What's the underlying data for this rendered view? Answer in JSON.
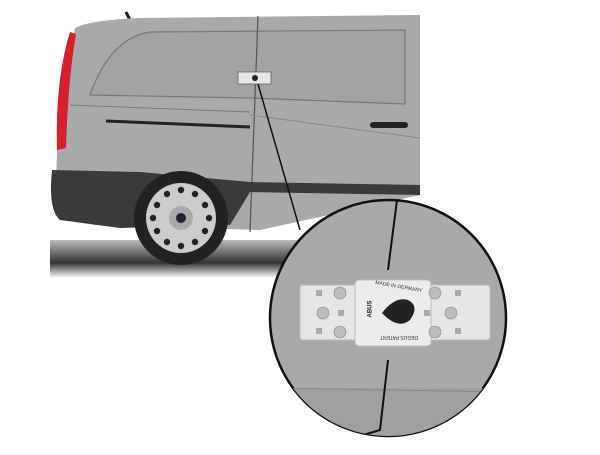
{
  "scene": {
    "subject": "van-side-view-with-door-lock",
    "colors": {
      "body": "#a9a9a9",
      "bumper": "#3a3a3a",
      "taillight": "#d4202a",
      "background": "#ffffff",
      "lock_plate": "#e6e6e6"
    }
  },
  "lock": {
    "brand": "ABUS",
    "top_text": "MADE IN GERMANY",
    "bottom_text": "DEGUS PATENT"
  }
}
